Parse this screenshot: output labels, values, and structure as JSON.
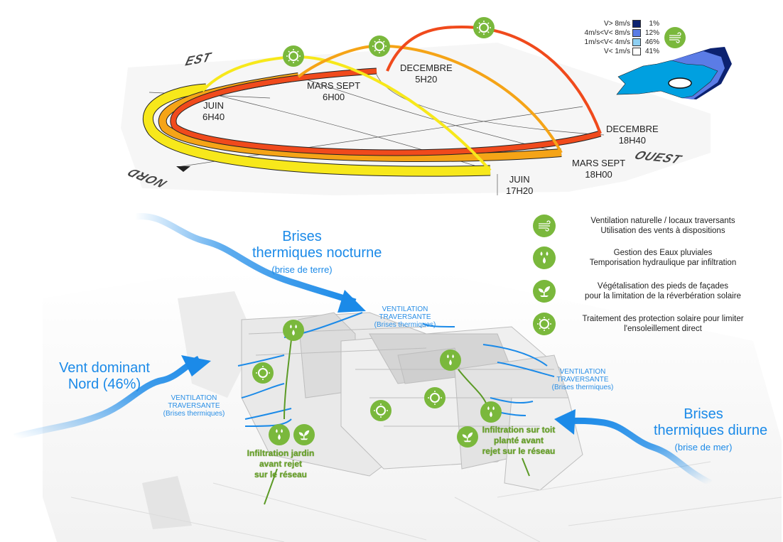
{
  "sun_path": {
    "compass": {
      "est": "EST",
      "ouest": "OUEST",
      "nord": "NORD"
    },
    "sunrise": [
      {
        "season": "JUIN",
        "time": "6H40"
      },
      {
        "season": "MARS SEPT",
        "time": "6H00"
      },
      {
        "season": "DECEMBRE",
        "time": "5H20"
      }
    ],
    "sunset": [
      {
        "season": "JUIN",
        "time": "17H20"
      },
      {
        "season": "MARS SEPT",
        "time": "18H00"
      },
      {
        "season": "DECEMBRE",
        "time": "18H40"
      }
    ],
    "path_colors": {
      "juin": "#f7e81b",
      "mars_sept": "#f5a417",
      "decembre": "#f04a1c"
    }
  },
  "wind_rose": {
    "icon": "wind-icon",
    "legend": [
      {
        "label": "V> 8m/s",
        "percent": "1%",
        "color": "#0c2270"
      },
      {
        "label": "4m/s<V< 8m/s",
        "percent": "12%",
        "color": "#5b7ce6"
      },
      {
        "label": "1m/s<V< 4m/s",
        "percent": "46%",
        "color": "#8ecff2"
      },
      {
        "label": "V< 1m/s",
        "percent": "41%",
        "color": "#ffffff"
      }
    ]
  },
  "legend": [
    {
      "icon": "wind-icon",
      "line1": "Ventilation naturelle / locaux traversants",
      "line2": "Utilisation des vents à dispositions"
    },
    {
      "icon": "water-drops-icon",
      "line1": "Gestion des Eaux pluviales",
      "line2": "Temporisation hydraulique par infiltration"
    },
    {
      "icon": "plant-icon",
      "line1": "Végétalisation des pieds de façades",
      "line2": "pour la limitation de la réverbération solaire"
    },
    {
      "icon": "sun-icon",
      "line1": "Traitement des protection solaire pour limiter",
      "line2": "l'ensoleillement direct"
    }
  ],
  "winds": {
    "nocturne": {
      "line1": "Brises",
      "line2": "thermiques nocturne",
      "sub": "(brise de terre)"
    },
    "dominant": {
      "line1": "Vent dominant",
      "line2": "Nord (46%)"
    },
    "diurne": {
      "line1": "Brises",
      "line2": "thermiques diurne",
      "sub": "(brise de mer)"
    }
  },
  "ventilation_label": {
    "line1": "VENTILATION",
    "line2": "TRAVERSANTE",
    "line3": "(Brises thermiques)"
  },
  "infiltration": {
    "jardin": {
      "line1": "Infiltration jardin",
      "line2": "avant rejet",
      "line3": "sur le réseau"
    },
    "toit": {
      "line1": "Infiltration sur toit",
      "line2": "planté avant",
      "line3": "rejet sur le réseau"
    }
  },
  "colors": {
    "accent_green": "#7ab83c",
    "wind_blue": "#1b8ae8"
  }
}
